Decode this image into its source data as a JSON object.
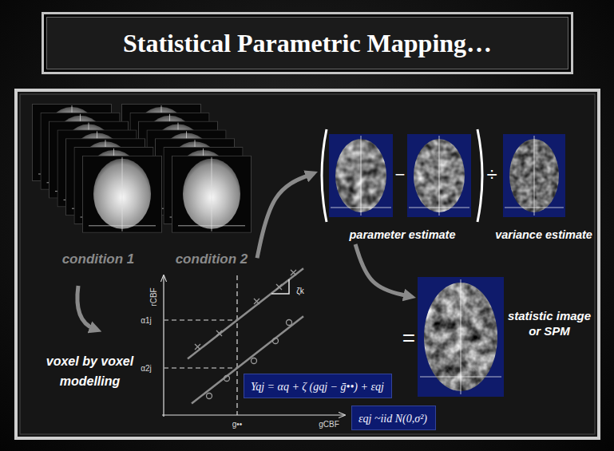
{
  "diagram": {
    "title": "Statistical Parametric Mapping…",
    "nodes": [
      {
        "text": [
          "condition 1"
        ]
      },
      {
        "text": [
          "condition 2"
        ]
      },
      {
        "text": [
          "parameter estimate"
        ]
      },
      {
        "text": [
          "variance estimate"
        ]
      },
      {
        "text": [
          "statistic image or SPM"
        ]
      },
      {
        "text": [
          "Yqj = αq + ζ (gqj − ḡ••) + εqj"
        ]
      },
      {
        "text": [
          "εqj ~iid N(0,σ²)"
        ]
      }
    ],
    "edges": [
      {
        "from": 1,
        "to": 2,
        "arrow": "to"
      },
      {
        "from": 2,
        "to": 4,
        "arrow": "to"
      }
    ],
    "labels": [
      "voxel by voxel modelling",
      "rCBF",
      "gCBF",
      "α1j",
      "α2j",
      "g••",
      "ζk",
      "−",
      "÷",
      "="
    ]
  }
}
